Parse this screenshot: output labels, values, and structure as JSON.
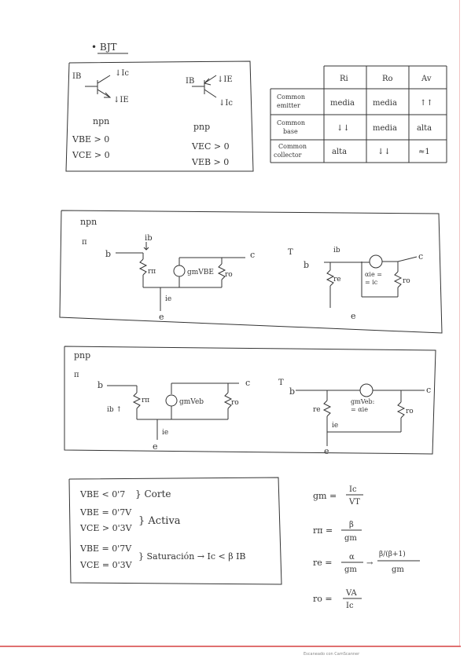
{
  "heading": "• BJT",
  "bjt_box": {
    "ib_npn": "IB",
    "ic_npn": "↓Ic",
    "ie_npn": "↓IE",
    "type_npn": "npn",
    "cond_npn": [
      "VBE > 0",
      "VCE > 0"
    ],
    "ib_pnp": "IB",
    "ie_pnp": "↓IE",
    "ic_pnp": "↓Ic",
    "type_pnp": "pnp",
    "cond_pnp": [
      "VEC > 0",
      "VEB > 0"
    ]
  },
  "config_table": {
    "headers": [
      "Ri",
      "Ro",
      "Av"
    ],
    "rows": [
      {
        "label": [
          "Common",
          "emitter"
        ],
        "cells": [
          "media",
          "media",
          "↑↑"
        ]
      },
      {
        "label": [
          "Common",
          "base"
        ],
        "cells": [
          "↓↓",
          "media",
          "alta"
        ]
      },
      {
        "label": [
          "Common",
          "collector"
        ],
        "cells": [
          "alta",
          "↓↓",
          "≈1"
        ]
      }
    ]
  },
  "npn_circuit": {
    "title": "npn",
    "pi": "π",
    "b": "b",
    "c": "c",
    "e": "e",
    "ib": "ib",
    "rpi": "rπ",
    "gm": "gmVBE",
    "ro": "ro",
    "ie": "ie",
    "t": "T",
    "t_b": "b",
    "t_c": "c",
    "t_e": "e",
    "t_ib": "ib",
    "t_alpha": [
      "αie =",
      "= ic"
    ],
    "t_re": "re",
    "t_ro": "ro"
  },
  "pnp_circuit": {
    "title": "pnp",
    "pi": "π",
    "b": "b",
    "c": "c",
    "e": "e",
    "ib": "ib ↑",
    "rpi": "rπ",
    "gm": "gmVeb",
    "ro": "ro",
    "ie": "ie",
    "t": "T",
    "t_b": "b",
    "t_c": "c",
    "t_e": "e",
    "t_gm": [
      "gmVeb:",
      "= αie"
    ],
    "t_re": "re",
    "t_ie": "ie",
    "t_ro": "ro"
  },
  "regions": {
    "corte": [
      "VBE < 0'7",
      "} Corte"
    ],
    "activa": [
      "VBE = 0'7V",
      "VCE > 0'3V",
      "} Activa"
    ],
    "saturacion": [
      "VBE = 0'7V",
      "VCE = 0'3V",
      "} Saturación → Ic < β IB"
    ]
  },
  "formulas": {
    "gm": {
      "lhs": "gm =",
      "num": "Ic",
      "den": "VT"
    },
    "rpi": {
      "lhs": "rπ =",
      "num": "β",
      "den": "gm"
    },
    "re": {
      "lhs": "re =",
      "num": "α",
      "den": "gm",
      "mid": "→",
      "num2": "β/(β+1)",
      "den2": "gm"
    },
    "ro": {
      "lhs": "ro =",
      "num": "VA",
      "den": "Ic"
    }
  },
  "footer_text": "Escaneado con CamScanner"
}
